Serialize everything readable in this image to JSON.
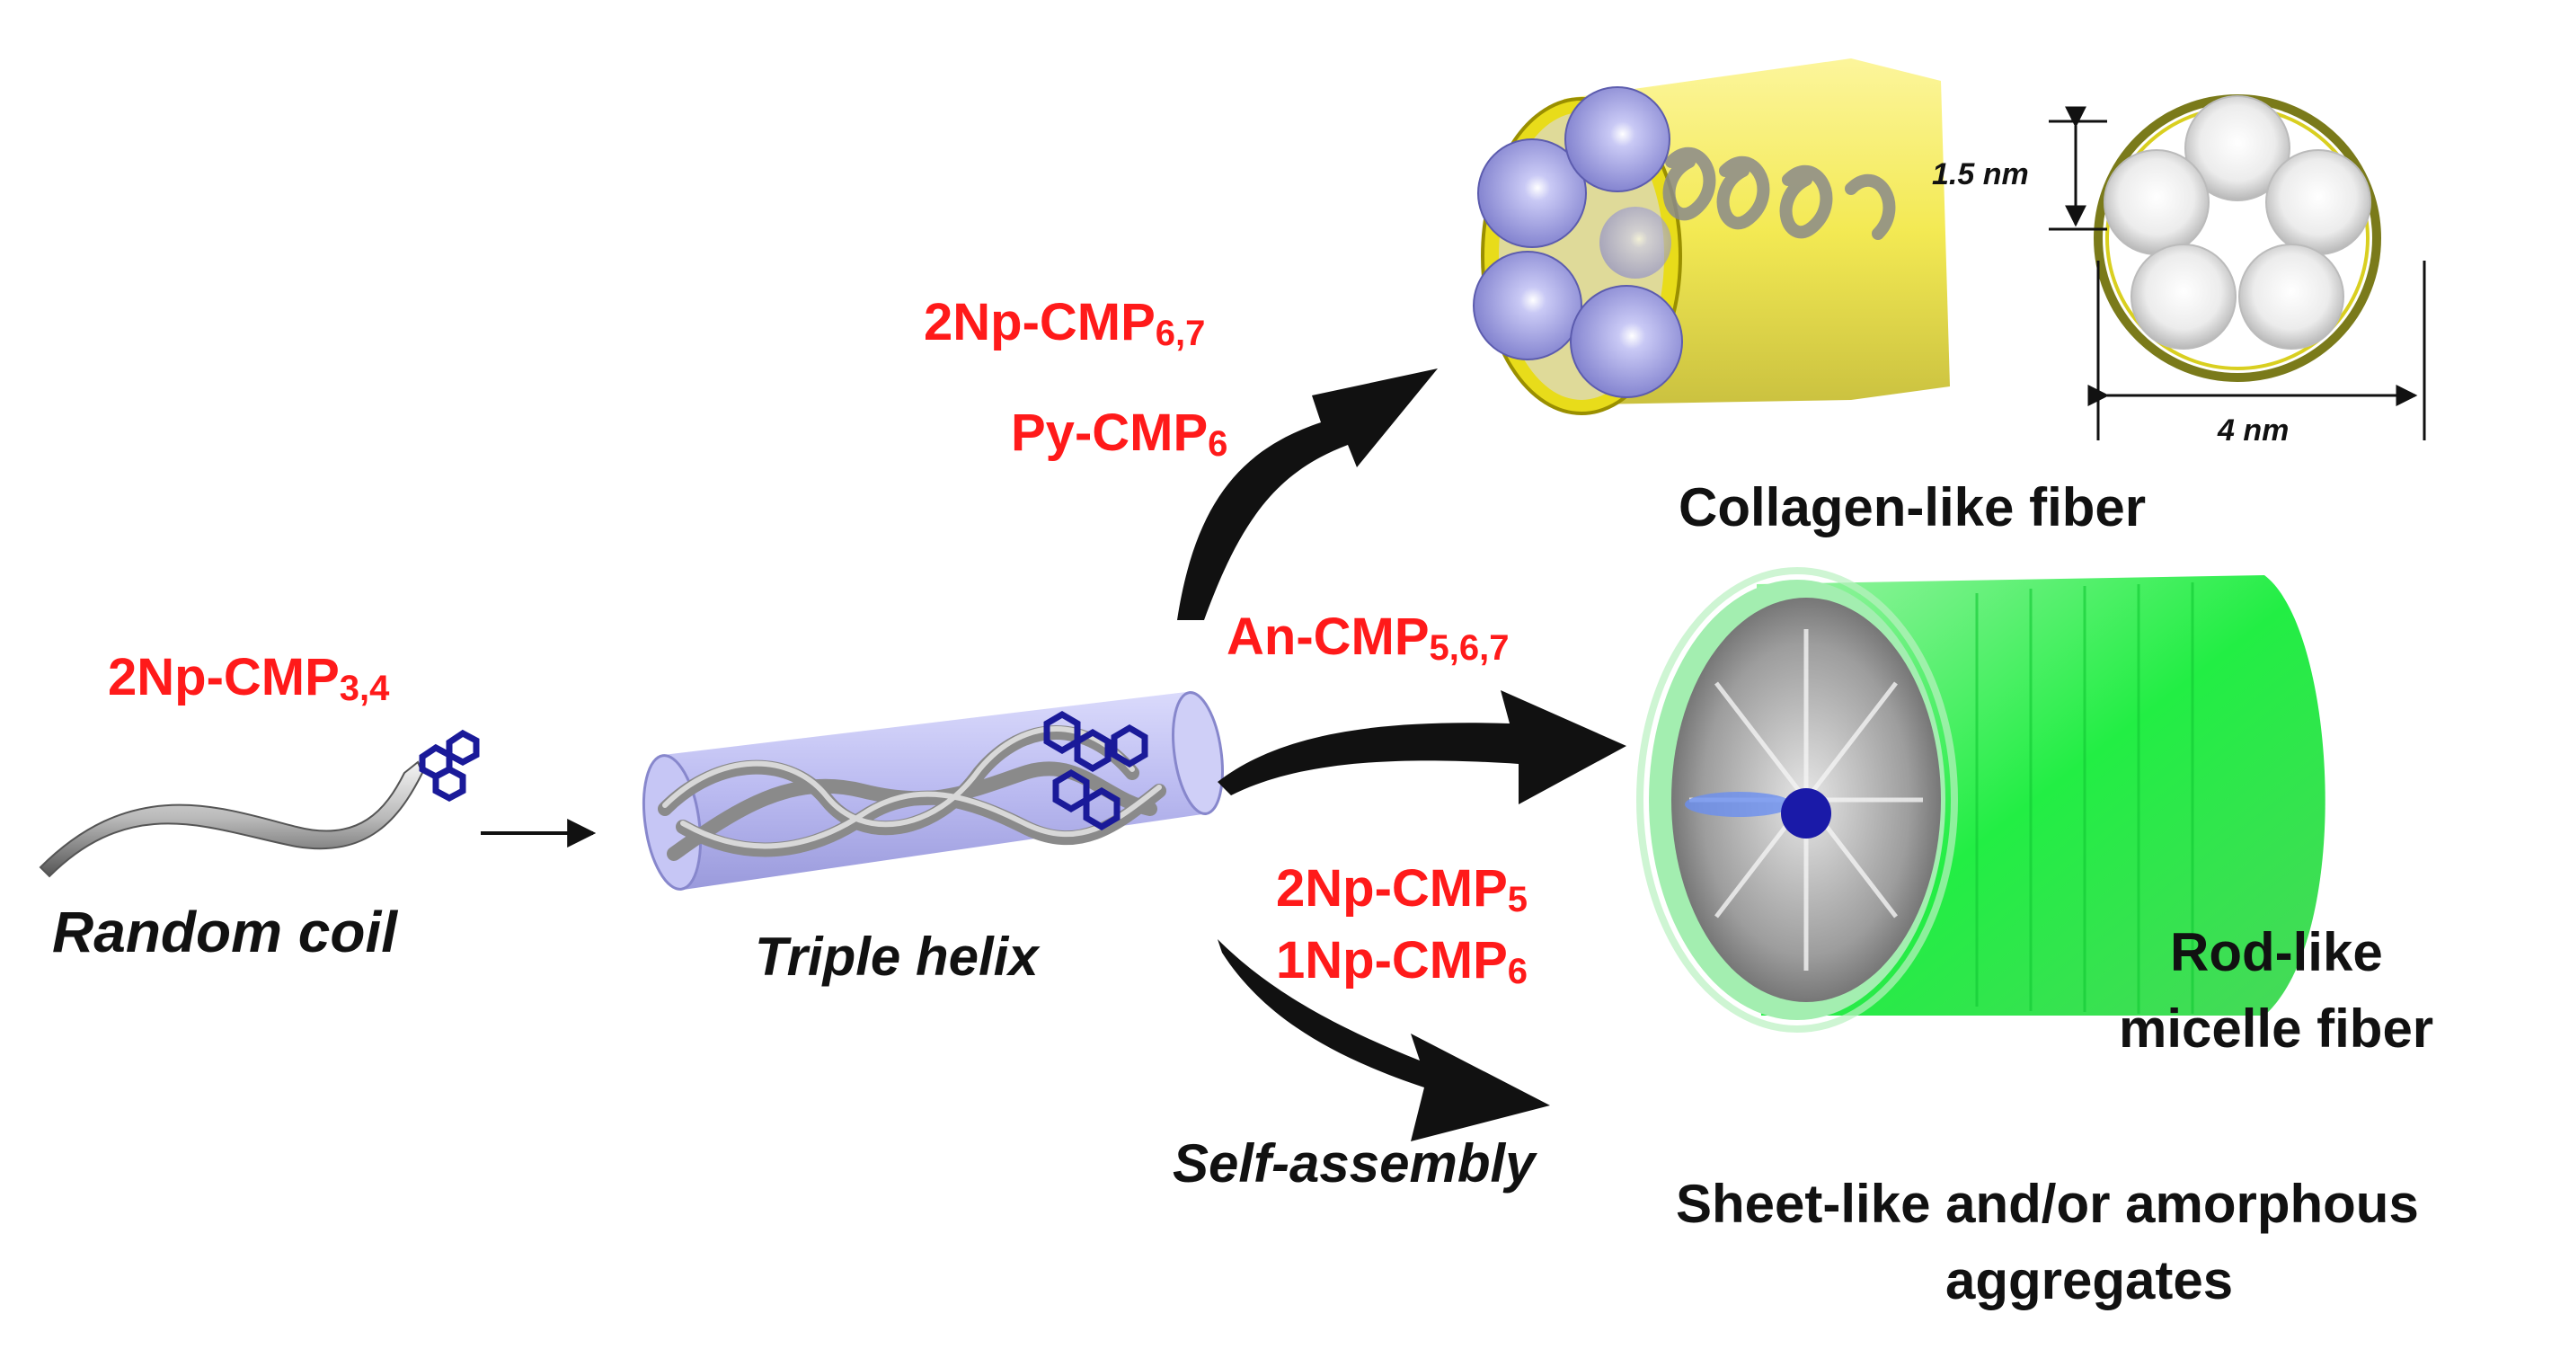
{
  "labels": {
    "np34": {
      "base": "2Np-CMP",
      "sub": "3,4"
    },
    "np67": {
      "base": "2Np-CMP",
      "sub": "6,7"
    },
    "py6": {
      "base": "Py-CMP",
      "sub": "6"
    },
    "an567": {
      "base": "An-CMP",
      "sub": "5,6,7"
    },
    "np5": {
      "base": "2Np-CMP",
      "sub": "5"
    },
    "np1_6": {
      "base": "1Np-CMP",
      "sub": "6"
    }
  },
  "random_coil": "Random coil",
  "triple_helix": "Triple helix",
  "self_assembly": "Self-assembly",
  "collagen": "Collagen-like fiber",
  "rod_line1": "Rod-like",
  "rod_line2": "micelle fiber",
  "sheet_line1": "Sheet-like and/or amorphous",
  "sheet_line2": "aggregates",
  "dim_15": "1.5 nm",
  "dim_4": "4 nm",
  "colors": {
    "red": "#ff1a1a",
    "yellow": "#f2e600",
    "green": "#22ee44",
    "lavender": "#a9a9f0",
    "navy": "#1a1a99"
  }
}
